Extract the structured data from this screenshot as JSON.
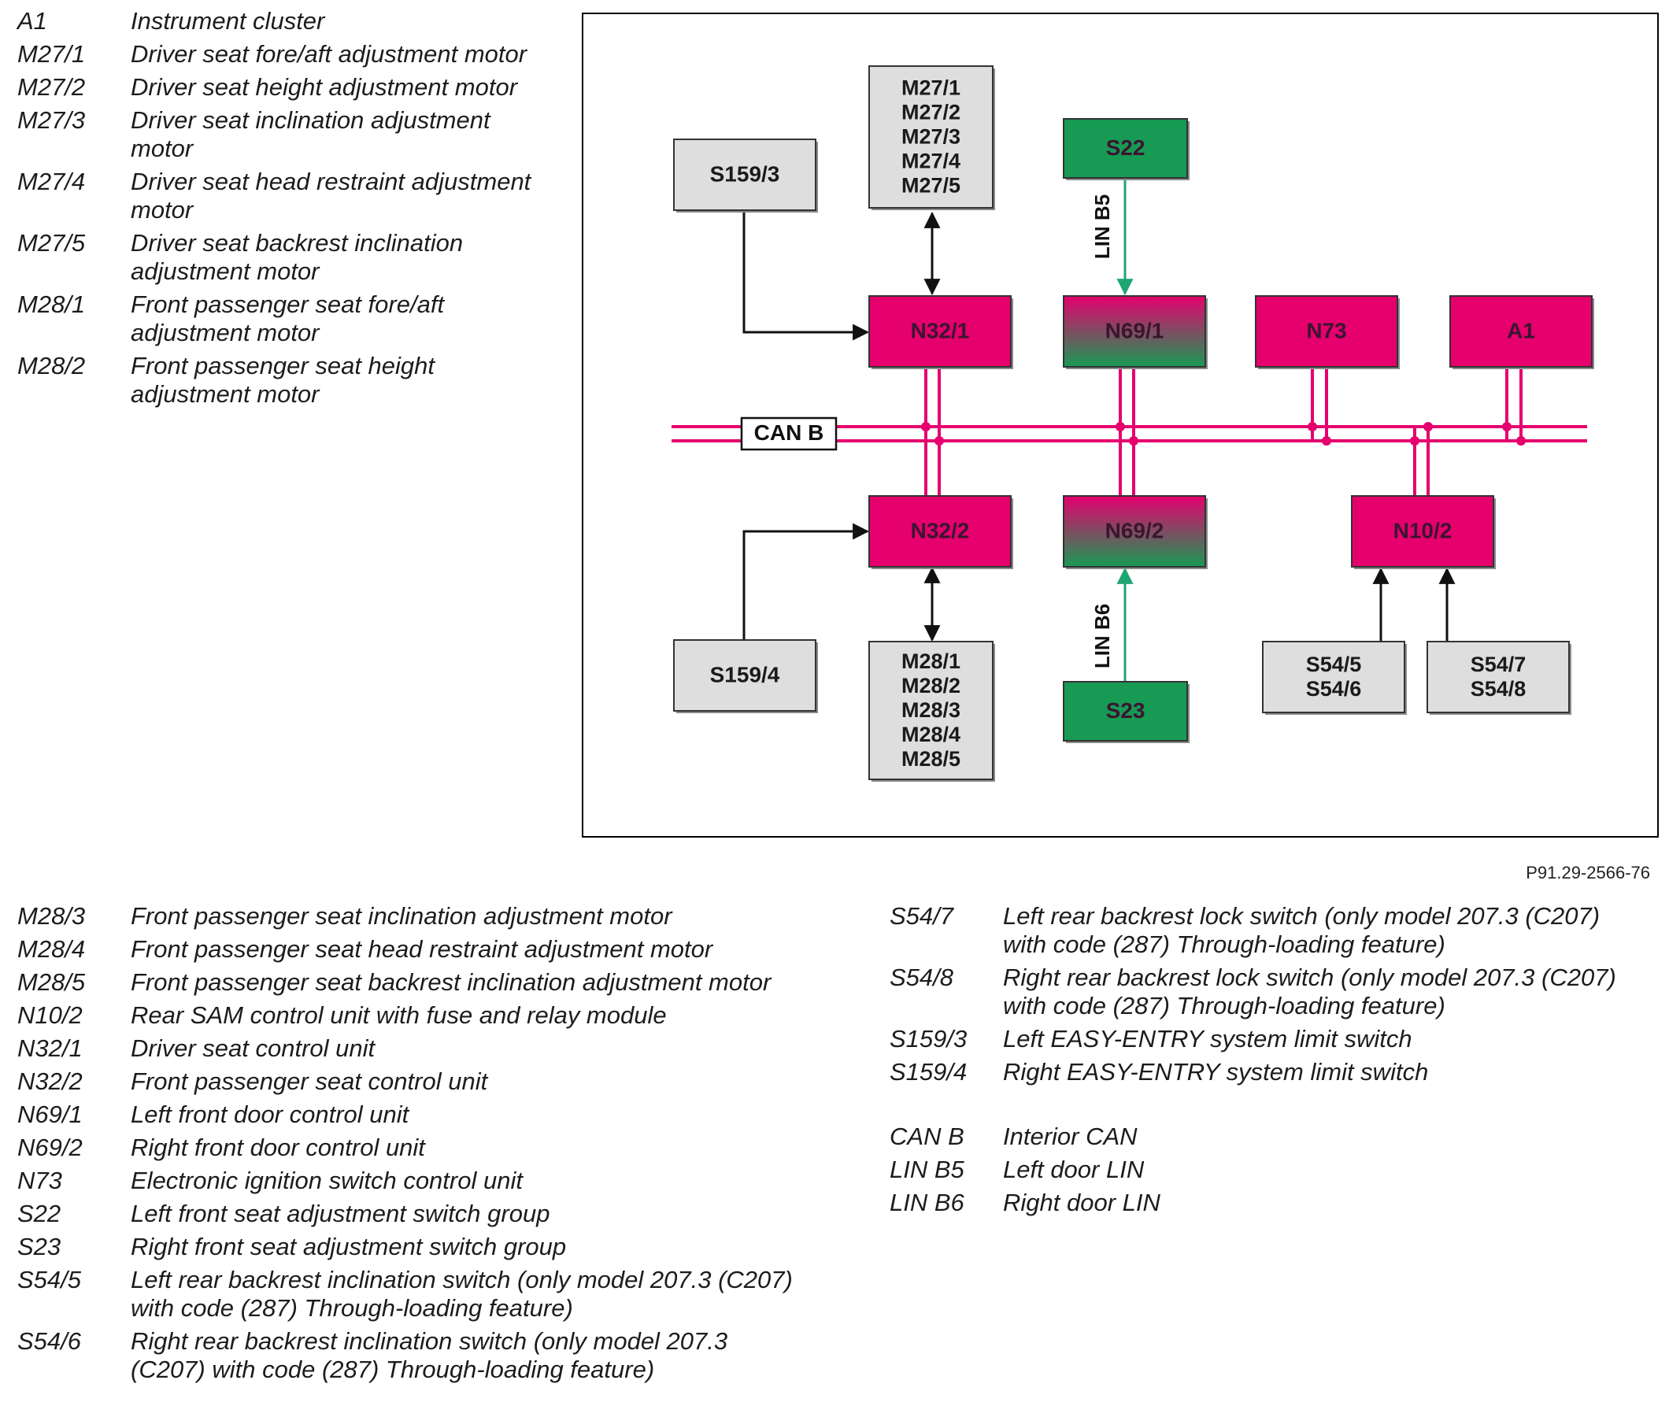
{
  "legend_top": [
    {
      "code": "A1",
      "desc": "Instrument cluster"
    },
    {
      "code": "M27/1",
      "desc": "Driver seat fore/aft adjustment motor"
    },
    {
      "code": "M27/2",
      "desc": "Driver seat height adjustment motor"
    },
    {
      "code": "M27/3",
      "desc": "Driver seat inclination adjustment motor"
    },
    {
      "code": "M27/4",
      "desc": "Driver seat head restraint adjustment motor"
    },
    {
      "code": "M27/5",
      "desc": "Driver seat backrest inclination adjustment motor"
    },
    {
      "code": "M28/1",
      "desc": "Front passenger seat fore/aft adjustment motor"
    },
    {
      "code": "M28/2",
      "desc": "Front passenger seat height adjustment motor"
    }
  ],
  "legend_left": [
    {
      "code": "M28/3",
      "desc": "Front passenger seat inclination adjustment motor"
    },
    {
      "code": "M28/4",
      "desc": "Front passenger seat head restraint adjustment motor"
    },
    {
      "code": "M28/5",
      "desc": "Front passenger seat backrest inclination adjustment motor"
    },
    {
      "code": "N10/2",
      "desc": "Rear SAM control unit with fuse and relay module"
    },
    {
      "code": "N32/1",
      "desc": "Driver seat control unit"
    },
    {
      "code": "N32/2",
      "desc": "Front passenger seat control unit"
    },
    {
      "code": "N69/1",
      "desc": "Left front door control unit"
    },
    {
      "code": "N69/2",
      "desc": "Right front door control unit"
    },
    {
      "code": "N73",
      "desc": "Electronic ignition switch control unit"
    },
    {
      "code": "S22",
      "desc": "Left front seat adjustment switch group"
    },
    {
      "code": "S23",
      "desc": "Right front seat adjustment switch group"
    },
    {
      "code": "S54/5",
      "desc": "Left rear backrest inclination switch (only model 207.3 (C207) with code (287) Through-loading feature)"
    },
    {
      "code": "S54/6",
      "desc": "Right rear backrest inclination switch (only model 207.3 (C207) with code (287) Through-loading feature)"
    }
  ],
  "legend_right": [
    {
      "code": "S54/7",
      "desc": "Left rear backrest lock switch (only model 207.3 (C207) with code (287) Through-loading feature)"
    },
    {
      "code": "S54/8",
      "desc": "Right rear backrest lock switch (only model 207.3 (C207) with code (287) Through-loading feature)"
    },
    {
      "code": "S159/3",
      "desc": "Left EASY-ENTRY system limit switch"
    },
    {
      "code": "S159/4",
      "desc": "Right EASY-ENTRY system limit switch"
    }
  ],
  "legend_bus": [
    {
      "code": "CAN B",
      "desc": "Interior CAN"
    },
    {
      "code": "LIN B5",
      "desc": "Left door LIN"
    },
    {
      "code": "LIN B6",
      "desc": "Right door LIN"
    }
  ],
  "figure_id": "P91.29-2566-76",
  "colors": {
    "magenta": "#e5006e",
    "green": "#179a54",
    "grey": "#dedede",
    "bus": "#e5006e",
    "lin_arrow": "#1fa571"
  },
  "diagram": {
    "bus_label": "CAN B",
    "nodes": [
      {
        "id": "S159_3",
        "lines": [
          "S159/3"
        ],
        "style": "grey"
      },
      {
        "id": "M27",
        "lines": [
          "M27/1",
          "M27/2",
          "M27/3",
          "M27/4",
          "M27/5"
        ],
        "style": "grey"
      },
      {
        "id": "S22",
        "lines": [
          "S22"
        ],
        "style": "green"
      },
      {
        "id": "N32_1",
        "lines": [
          "N32/1"
        ],
        "style": "magenta"
      },
      {
        "id": "N69_1",
        "lines": [
          "N69/1"
        ],
        "style": "gradient"
      },
      {
        "id": "N73",
        "lines": [
          "N73"
        ],
        "style": "magenta"
      },
      {
        "id": "A1",
        "lines": [
          "A1"
        ],
        "style": "magenta"
      },
      {
        "id": "N32_2",
        "lines": [
          "N32/2"
        ],
        "style": "magenta"
      },
      {
        "id": "N69_2",
        "lines": [
          "N69/2"
        ],
        "style": "gradient"
      },
      {
        "id": "N10_2",
        "lines": [
          "N10/2"
        ],
        "style": "magenta"
      },
      {
        "id": "S159_4",
        "lines": [
          "S159/4"
        ],
        "style": "grey"
      },
      {
        "id": "M28",
        "lines": [
          "M28/1",
          "M28/2",
          "M28/3",
          "M28/4",
          "M28/5"
        ],
        "style": "grey"
      },
      {
        "id": "S23",
        "lines": [
          "S23"
        ],
        "style": "green"
      },
      {
        "id": "S54_56",
        "lines": [
          "S54/5",
          "S54/6"
        ],
        "style": "grey"
      },
      {
        "id": "S54_78",
        "lines": [
          "S54/7",
          "S54/8"
        ],
        "style": "grey"
      }
    ],
    "lin_labels": [
      {
        "id": "lin_b5",
        "text": "LIN B5"
      },
      {
        "id": "lin_b6",
        "text": "LIN B6"
      }
    ]
  }
}
